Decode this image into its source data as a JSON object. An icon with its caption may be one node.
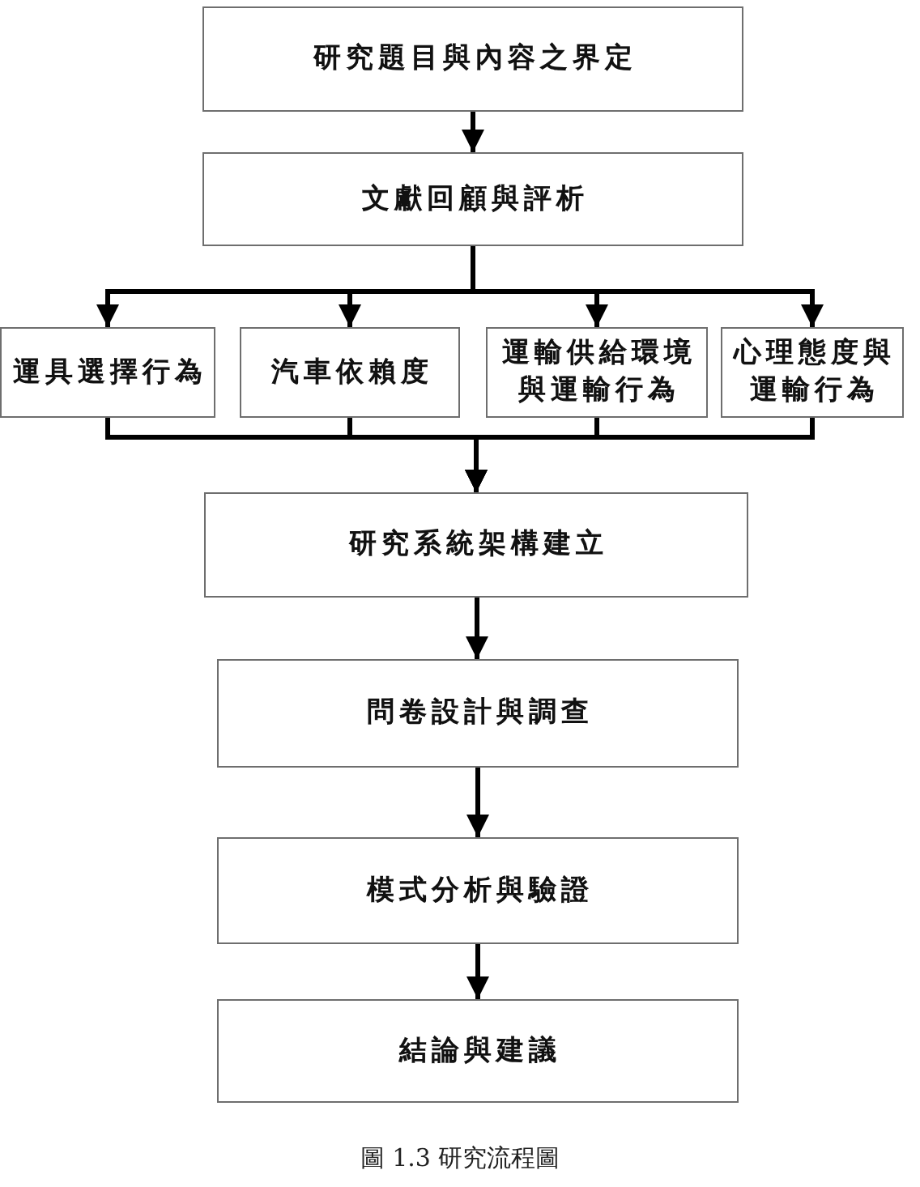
{
  "diagram": {
    "caption": "圖 1.3 研究流程圖",
    "nodes": [
      {
        "text": [
          "研究題目與內容之界定"
        ]
      },
      {
        "text": [
          "文獻回顧與評析"
        ]
      },
      {
        "text": [
          "運具選擇行為"
        ]
      },
      {
        "text": [
          "汽車依賴度"
        ]
      },
      {
        "text": [
          "運輸供給環境與運輸行為"
        ]
      },
      {
        "text": [
          "心理態度與運輸行為"
        ]
      },
      {
        "text": [
          "研究系統架構建立"
        ]
      },
      {
        "text": [
          "問卷設計與調查"
        ]
      },
      {
        "text": [
          "模式分析與驗證"
        ]
      },
      {
        "text": [
          "結論與建議"
        ]
      }
    ],
    "edges": [
      {
        "from": 0,
        "to": 1,
        "arrow": "to"
      },
      {
        "from": 1,
        "to": 2,
        "arrow": "to"
      },
      {
        "from": 1,
        "to": 3,
        "arrow": "to"
      },
      {
        "from": 1,
        "to": 4,
        "arrow": "to"
      },
      {
        "from": 1,
        "to": 5,
        "arrow": "to"
      },
      {
        "from": 2,
        "to": 6,
        "arrow": "to"
      },
      {
        "from": 3,
        "to": 6,
        "arrow": "to"
      },
      {
        "from": 4,
        "to": 6,
        "arrow": "to"
      },
      {
        "from": 5,
        "to": 6,
        "arrow": "to"
      },
      {
        "from": 6,
        "to": 7,
        "arrow": "to"
      },
      {
        "from": 7,
        "to": 8,
        "arrow": "to"
      },
      {
        "from": 8,
        "to": 9,
        "arrow": "to"
      }
    ]
  }
}
